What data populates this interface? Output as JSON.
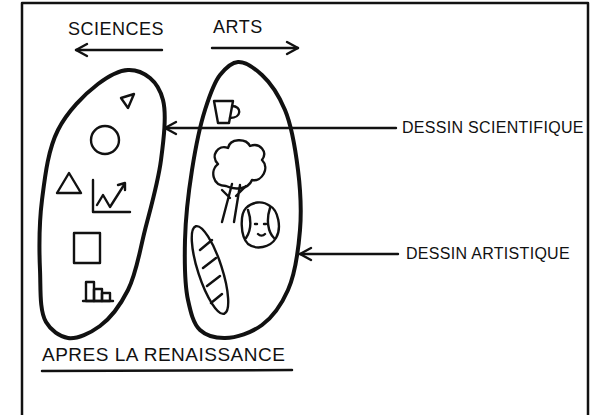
{
  "diagram": {
    "caption": "APRES LA RENAISSANCE",
    "nodes": [
      {
        "text": [
          "SCIENCES"
        ]
      },
      {
        "text": [
          "ARTS"
        ]
      }
    ],
    "labels": [
      "DESSIN SCIENTIFIQUE",
      "DESSIN ARTISTIQUE"
    ]
  }
}
